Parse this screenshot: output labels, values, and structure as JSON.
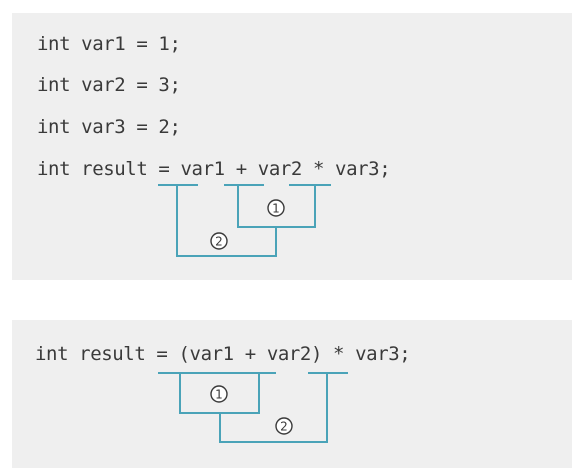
{
  "panel1": {
    "lines": [
      "int var1 = 1;",
      "int var2 = 3;",
      "int var3 = 2;",
      "int result = var1 + var2 * var3;"
    ],
    "steps": [
      "1",
      "2"
    ]
  },
  "panel2": {
    "line": "int result = (var1 + var2) * var3;",
    "steps": [
      "1",
      "2"
    ]
  },
  "colors": {
    "bracket": "#4aa3b8",
    "panel_bg": "#efefef",
    "text": "#3a3a3a"
  }
}
